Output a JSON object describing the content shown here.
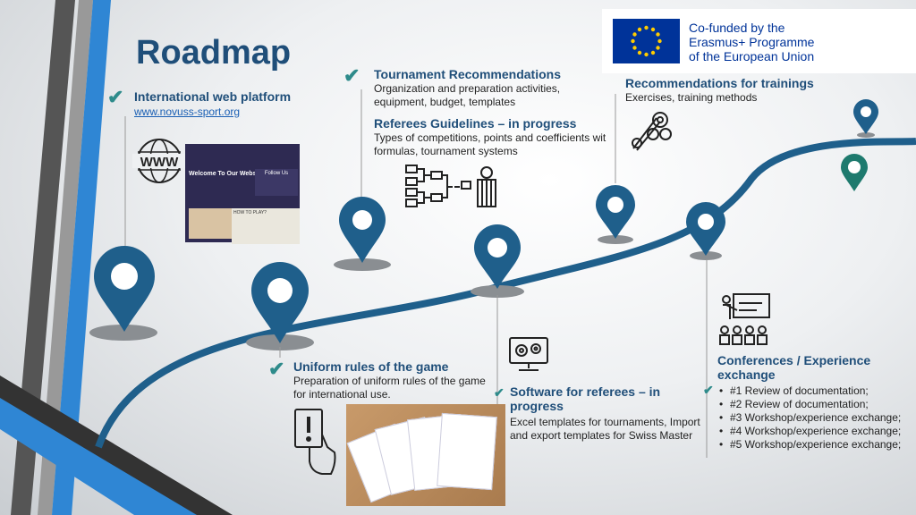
{
  "title": "Roadmap",
  "eu": {
    "line1": "Co-funded by the",
    "line2": "Erasmus+ Programme",
    "line3": "of the European Union"
  },
  "milestones": {
    "web_platform": {
      "title": "International web platform",
      "link": "www.novuss-sport.org",
      "icon": "globe-www-icon"
    },
    "tournament": {
      "title": "Tournament Recommendations",
      "text": "Organization and preparation activities, equipment, budget, templates"
    },
    "referees": {
      "title": "Referees Guidelines – in progress",
      "text": "Types of competitions, points and coefficients wit formulas, tournament systems",
      "icon": "bracket-referee-icon"
    },
    "trainings": {
      "title": "Recommendations for trainings",
      "text": "Exercises, training methods",
      "icon": "novuss-cue-icon"
    },
    "rules": {
      "title": "Uniform rules of the game",
      "text": "Preparation of uniform rules of the game for international use.",
      "icon": "referee-card-icon"
    },
    "software": {
      "title": "Software for referees – in progress",
      "text": "Excel templates for tournaments, Import and export templates for Swiss Master",
      "icon": "computer-gears-icon"
    },
    "conferences": {
      "title": "Conferences / Experience exchange",
      "icon": "presentation-audience-icon",
      "items": [
        "#1 Review of documentation;",
        "#2 Review of documentation;",
        "#3 Workshop/experience exchange;",
        "#4 Workshop/experience exchange;",
        "#5 Workshop/experience exchange;"
      ]
    }
  },
  "screenshot": {
    "headline": "Welcome To Our Website!",
    "follow": "Follow Us",
    "howto": "HOW TO PLAY?"
  },
  "colors": {
    "pin": "#1f5f8b",
    "road": "#1f5f8b",
    "check": "#2e8b8b",
    "title": "#1f4e79"
  }
}
